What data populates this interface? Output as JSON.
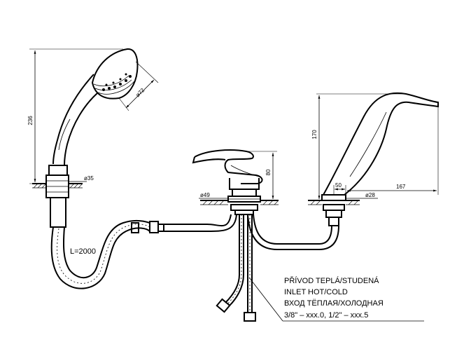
{
  "dimensions": {
    "handshower_height": "236",
    "handshower_head_diameter": "ø72",
    "handshower_base_diameter": "ø35",
    "mixer_base_diameter": "ø49",
    "lever_height": "80",
    "spout_height": "170",
    "spout_offset": "50",
    "spout_reach": "167",
    "spout_base_diameter": "ø28"
  },
  "hose_length": "L=2000",
  "callout": {
    "line1": "PŘÍVOD TEPLÁ/STUDENÁ",
    "line2": "INLET HOT/COLD",
    "line3": "ВХОД ТЁПЛАЯ/ХОЛОДНАЯ",
    "line4": "3/8\" – xxx.0, 1/2\" – xxx.5"
  }
}
